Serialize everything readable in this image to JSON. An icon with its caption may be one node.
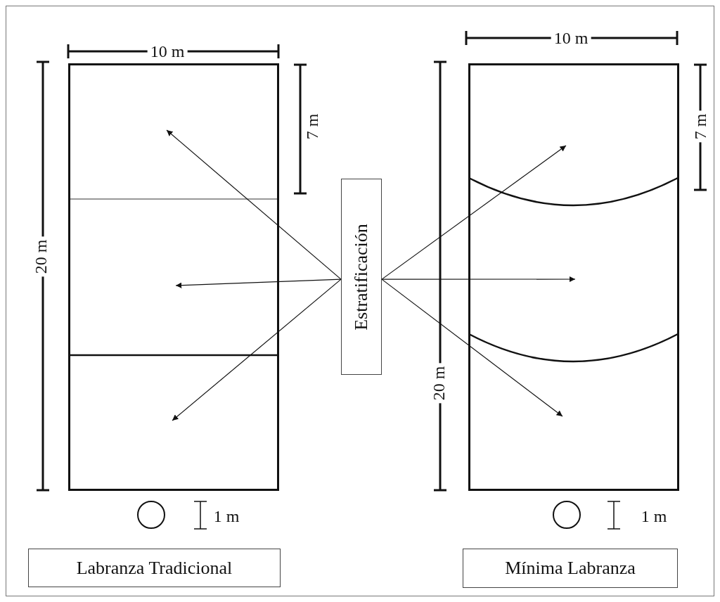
{
  "diagram": {
    "nodes": [
      {
        "text": [],
        "shape": "box"
      },
      {
        "text": [],
        "shape": "box"
      },
      {
        "text": [
          "Estratificación"
        ]
      },
      {
        "text": [
          "Labranza Tradicional"
        ]
      },
      {
        "text": [
          "Mínima Labranza"
        ]
      }
    ],
    "edges": [
      {
        "from": 2,
        "to": 0,
        "arrow": "to"
      },
      {
        "from": 2,
        "to": 0,
        "arrow": "to"
      },
      {
        "from": 2,
        "to": 0,
        "arrow": "to"
      },
      {
        "from": 2,
        "to": 1,
        "arrow": "to"
      },
      {
        "from": 2,
        "to": 1,
        "arrow": "to"
      },
      {
        "from": 2,
        "to": 1,
        "arrow": "to"
      }
    ],
    "labels": [
      "10 m",
      "10 m",
      "20 m",
      "7 m",
      "7 m",
      "20 m",
      "1 m",
      "1 m"
    ]
  }
}
